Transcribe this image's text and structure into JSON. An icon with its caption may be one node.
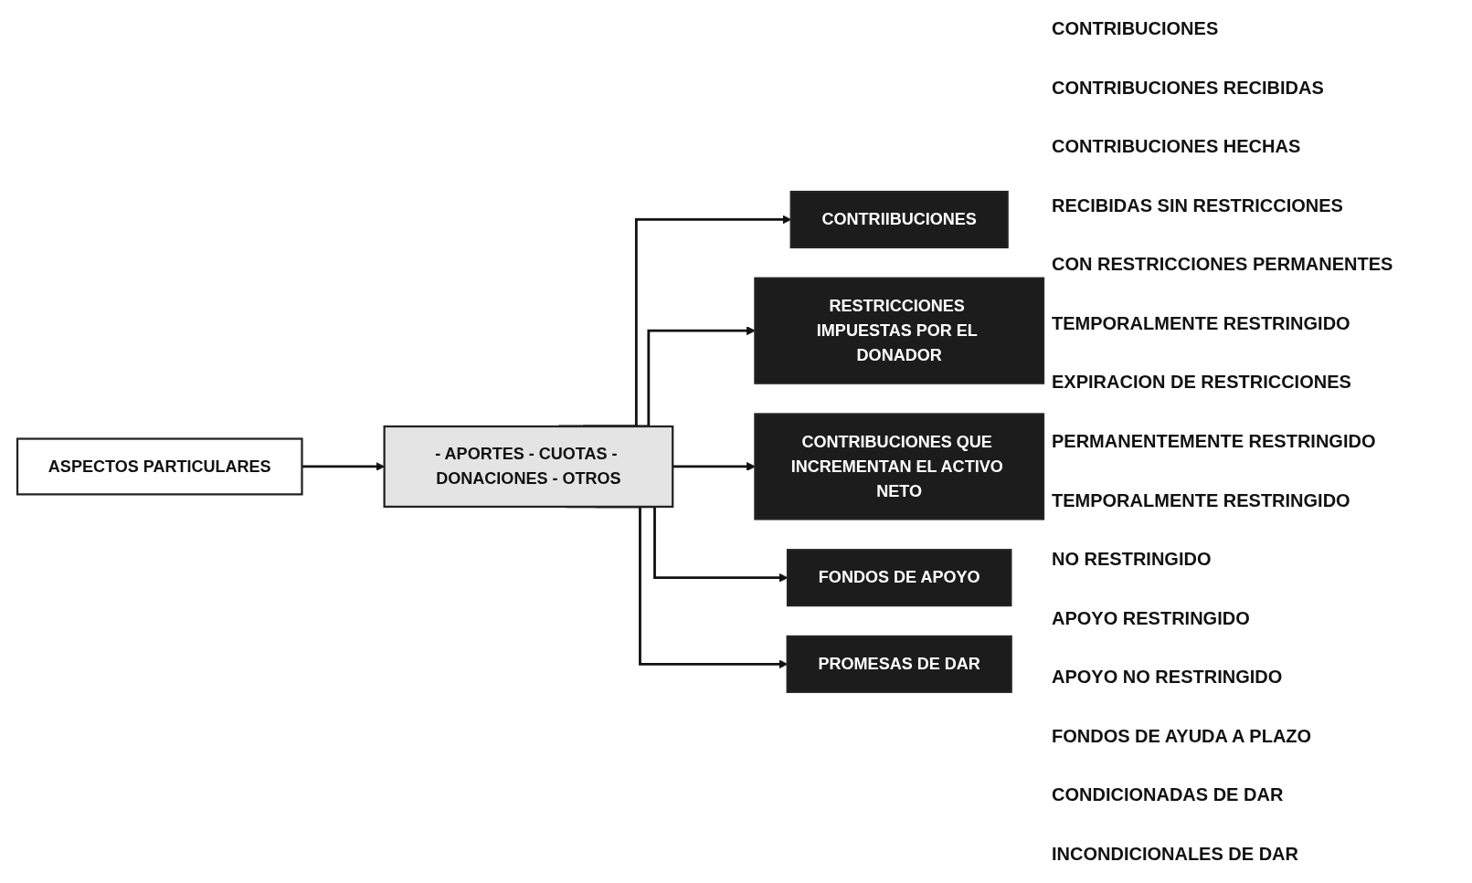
{
  "diagram": {
    "nodes": [
      {
        "text": [
          "ASPECTOS PARTICULARES"
        ]
      },
      {
        "text": [
          "- APORTES - CUOTAS - DONACIONES - OTROS"
        ]
      },
      {
        "text": [
          "CONTRIIBUCIONES"
        ]
      },
      {
        "text": [
          "RESTRICCIONES IMPUESTAS POR EL DONADOR"
        ]
      },
      {
        "text": [
          "CONTRIBUCIONES QUE INCREMENTAN EL ACTIVO NETO"
        ]
      },
      {
        "text": [
          "FONDOS DE APOYO"
        ]
      },
      {
        "text": [
          "PROMESAS DE DAR"
        ]
      }
    ],
    "edges": [
      {
        "from": 0,
        "to": 1,
        "arrow": "to"
      },
      {
        "from": 1,
        "to": 2,
        "arrow": "to"
      },
      {
        "from": 1,
        "to": 3,
        "arrow": "to"
      },
      {
        "from": 1,
        "to": 4,
        "arrow": "to"
      },
      {
        "from": 1,
        "to": 5,
        "arrow": "to"
      },
      {
        "from": 1,
        "to": 6,
        "arrow": "to"
      }
    ],
    "labels": [
      "CONTRIBUCIONES",
      "CONTRIBUCIONES RECIBIDAS",
      "CONTRIBUCIONES HECHAS",
      "RECIBIDAS SIN RESTRICCIONES",
      "CON RESTRICCIONES PERMANENTES",
      "TEMPORALMENTE RESTRINGIDO",
      "EXPIRACION DE RESTRICCIONES",
      "PERMANENTEMENTE RESTRINGIDO",
      "TEMPORALMENTE RESTRINGIDO",
      "NO RESTRINGIDO",
      "APOYO RESTRINGIDO",
      "APOYO NO RESTRINGIDO",
      "FONDOS DE AYUDA A PLAZO",
      "CONDICIONADAS DE DAR",
      "INCONDICIONALES DE DAR"
    ]
  }
}
